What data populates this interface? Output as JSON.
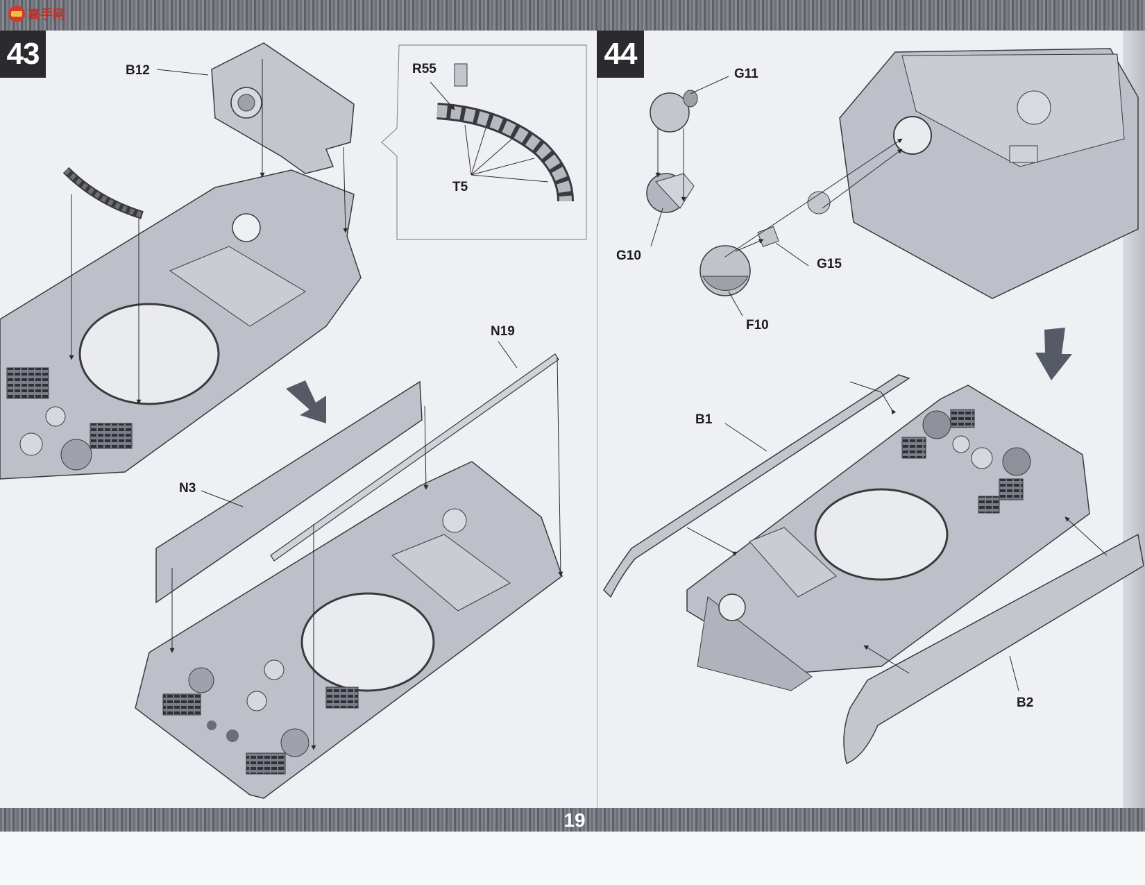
{
  "header": {
    "logo_text": "高手网"
  },
  "steps": [
    {
      "number": "43",
      "labels": {
        "b12": "B12",
        "r55": "R55",
        "t5": "T5",
        "n19": "N19",
        "n3": "N3"
      }
    },
    {
      "number": "44",
      "labels": {
        "g11": "G11",
        "g10": "G10",
        "g15": "G15",
        "f10": "F10",
        "b1": "B1",
        "b2": "B2"
      }
    }
  ],
  "footer": {
    "page_number": "19"
  },
  "colors": {
    "part_fill": "#b9bcc4",
    "part_stroke": "#3a3a3e",
    "badge": "#2b2b2f",
    "arrow": "#555a66"
  }
}
